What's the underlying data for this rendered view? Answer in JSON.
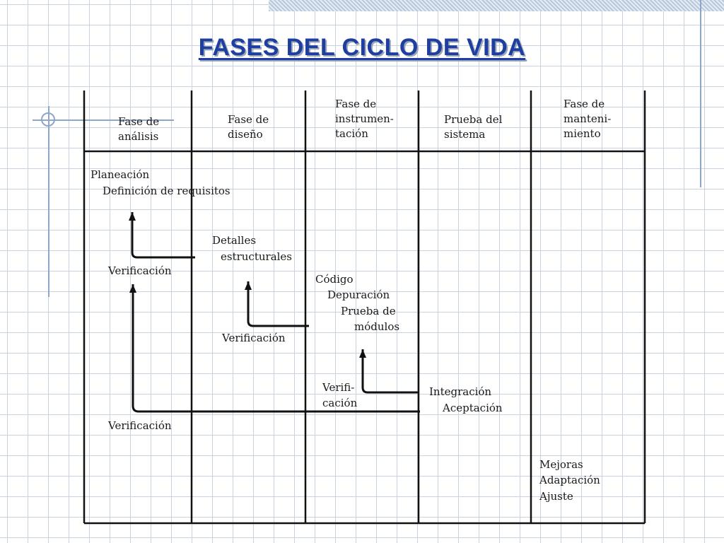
{
  "title": "FASES DEL CICLO DE VIDA",
  "phases": [
    {
      "line1": "Fase de",
      "line2": "análisis"
    },
    {
      "line1": "Fase de",
      "line2": "diseño"
    },
    {
      "line1": "Fase de",
      "line2": "instrumen-",
      "line3": "tación"
    },
    {
      "line1": "Prueba del",
      "line2": "sistema"
    },
    {
      "line1": "Fase de",
      "line2": "manteni-",
      "line3": "miento"
    }
  ],
  "analysis": {
    "planeacion": "Planeación",
    "requisitos": "Definición de requisitos",
    "verificacion1": "Verificación",
    "verificacion2": "Verificación"
  },
  "design": {
    "detalles": "Detalles",
    "estructurales": "estructurales",
    "verificacion": "Verificación"
  },
  "implementation": {
    "codigo": "Código",
    "depuracion": "Depuración",
    "prueba": "Prueba de",
    "modulos": "módulos",
    "verifi": "Verifi-",
    "cacion": "cación"
  },
  "system_test": {
    "integracion": "Integración",
    "aceptacion": "Aceptación"
  },
  "maintenance": {
    "mejoras": "Mejoras",
    "adaptacion": "Adaptación",
    "ajuste": "Ajuste"
  }
}
